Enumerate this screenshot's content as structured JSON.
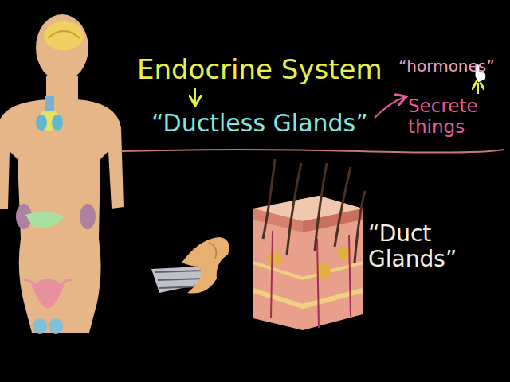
{
  "diagram": {
    "title": "Endocrine System",
    "labels": [
      "“Ductless Glands”",
      "Secrete things",
      "“hormones”",
      "“Duct Glands”"
    ]
  }
}
